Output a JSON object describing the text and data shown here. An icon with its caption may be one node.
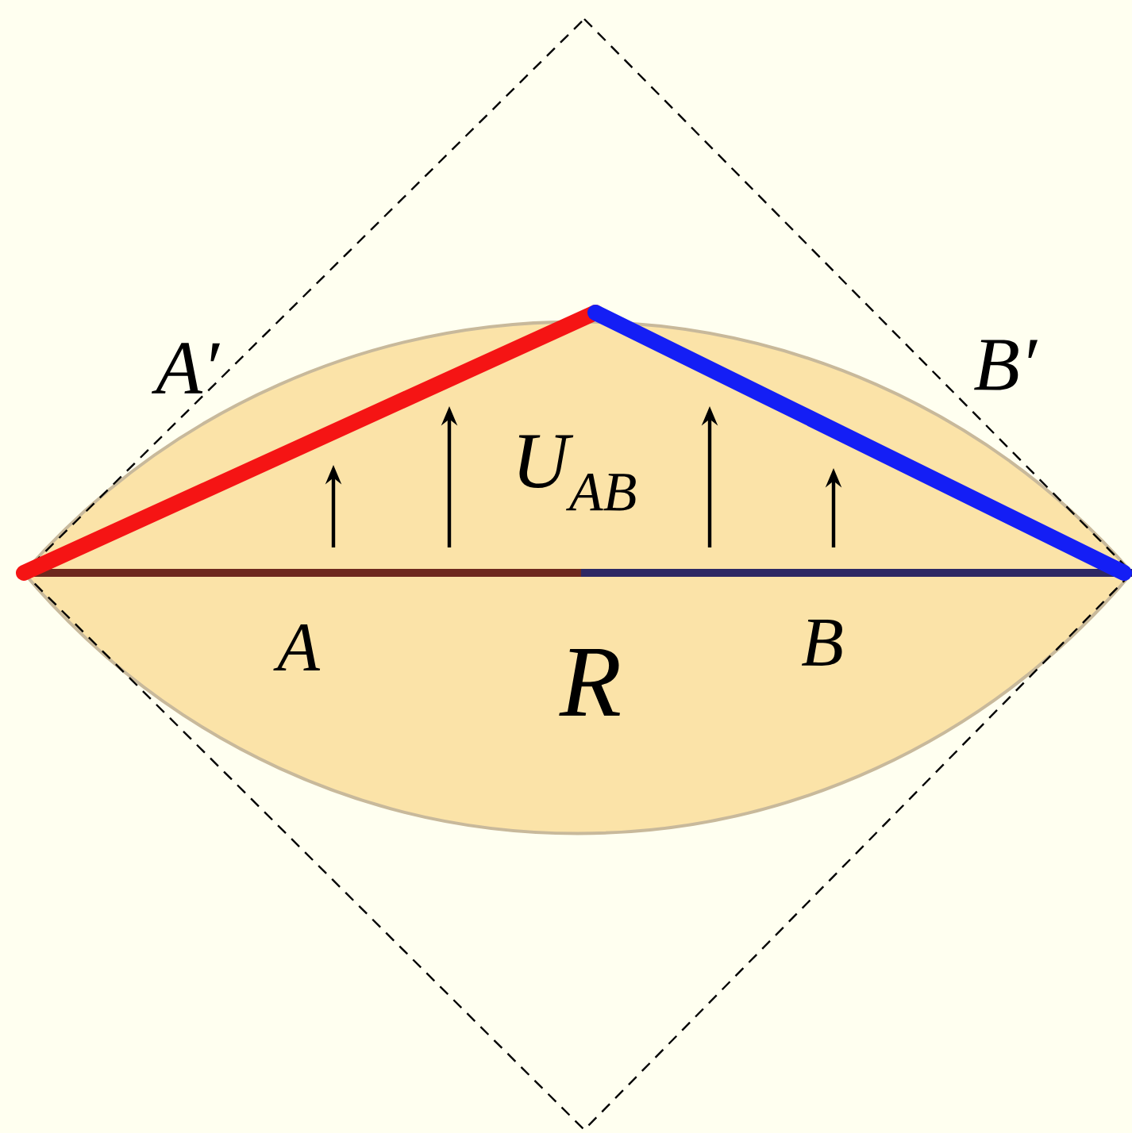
{
  "diagram": {
    "labels": [
      "A′",
      "B′",
      "U$_{AB}$",
      "A",
      "R",
      "B"
    ]
  }
}
